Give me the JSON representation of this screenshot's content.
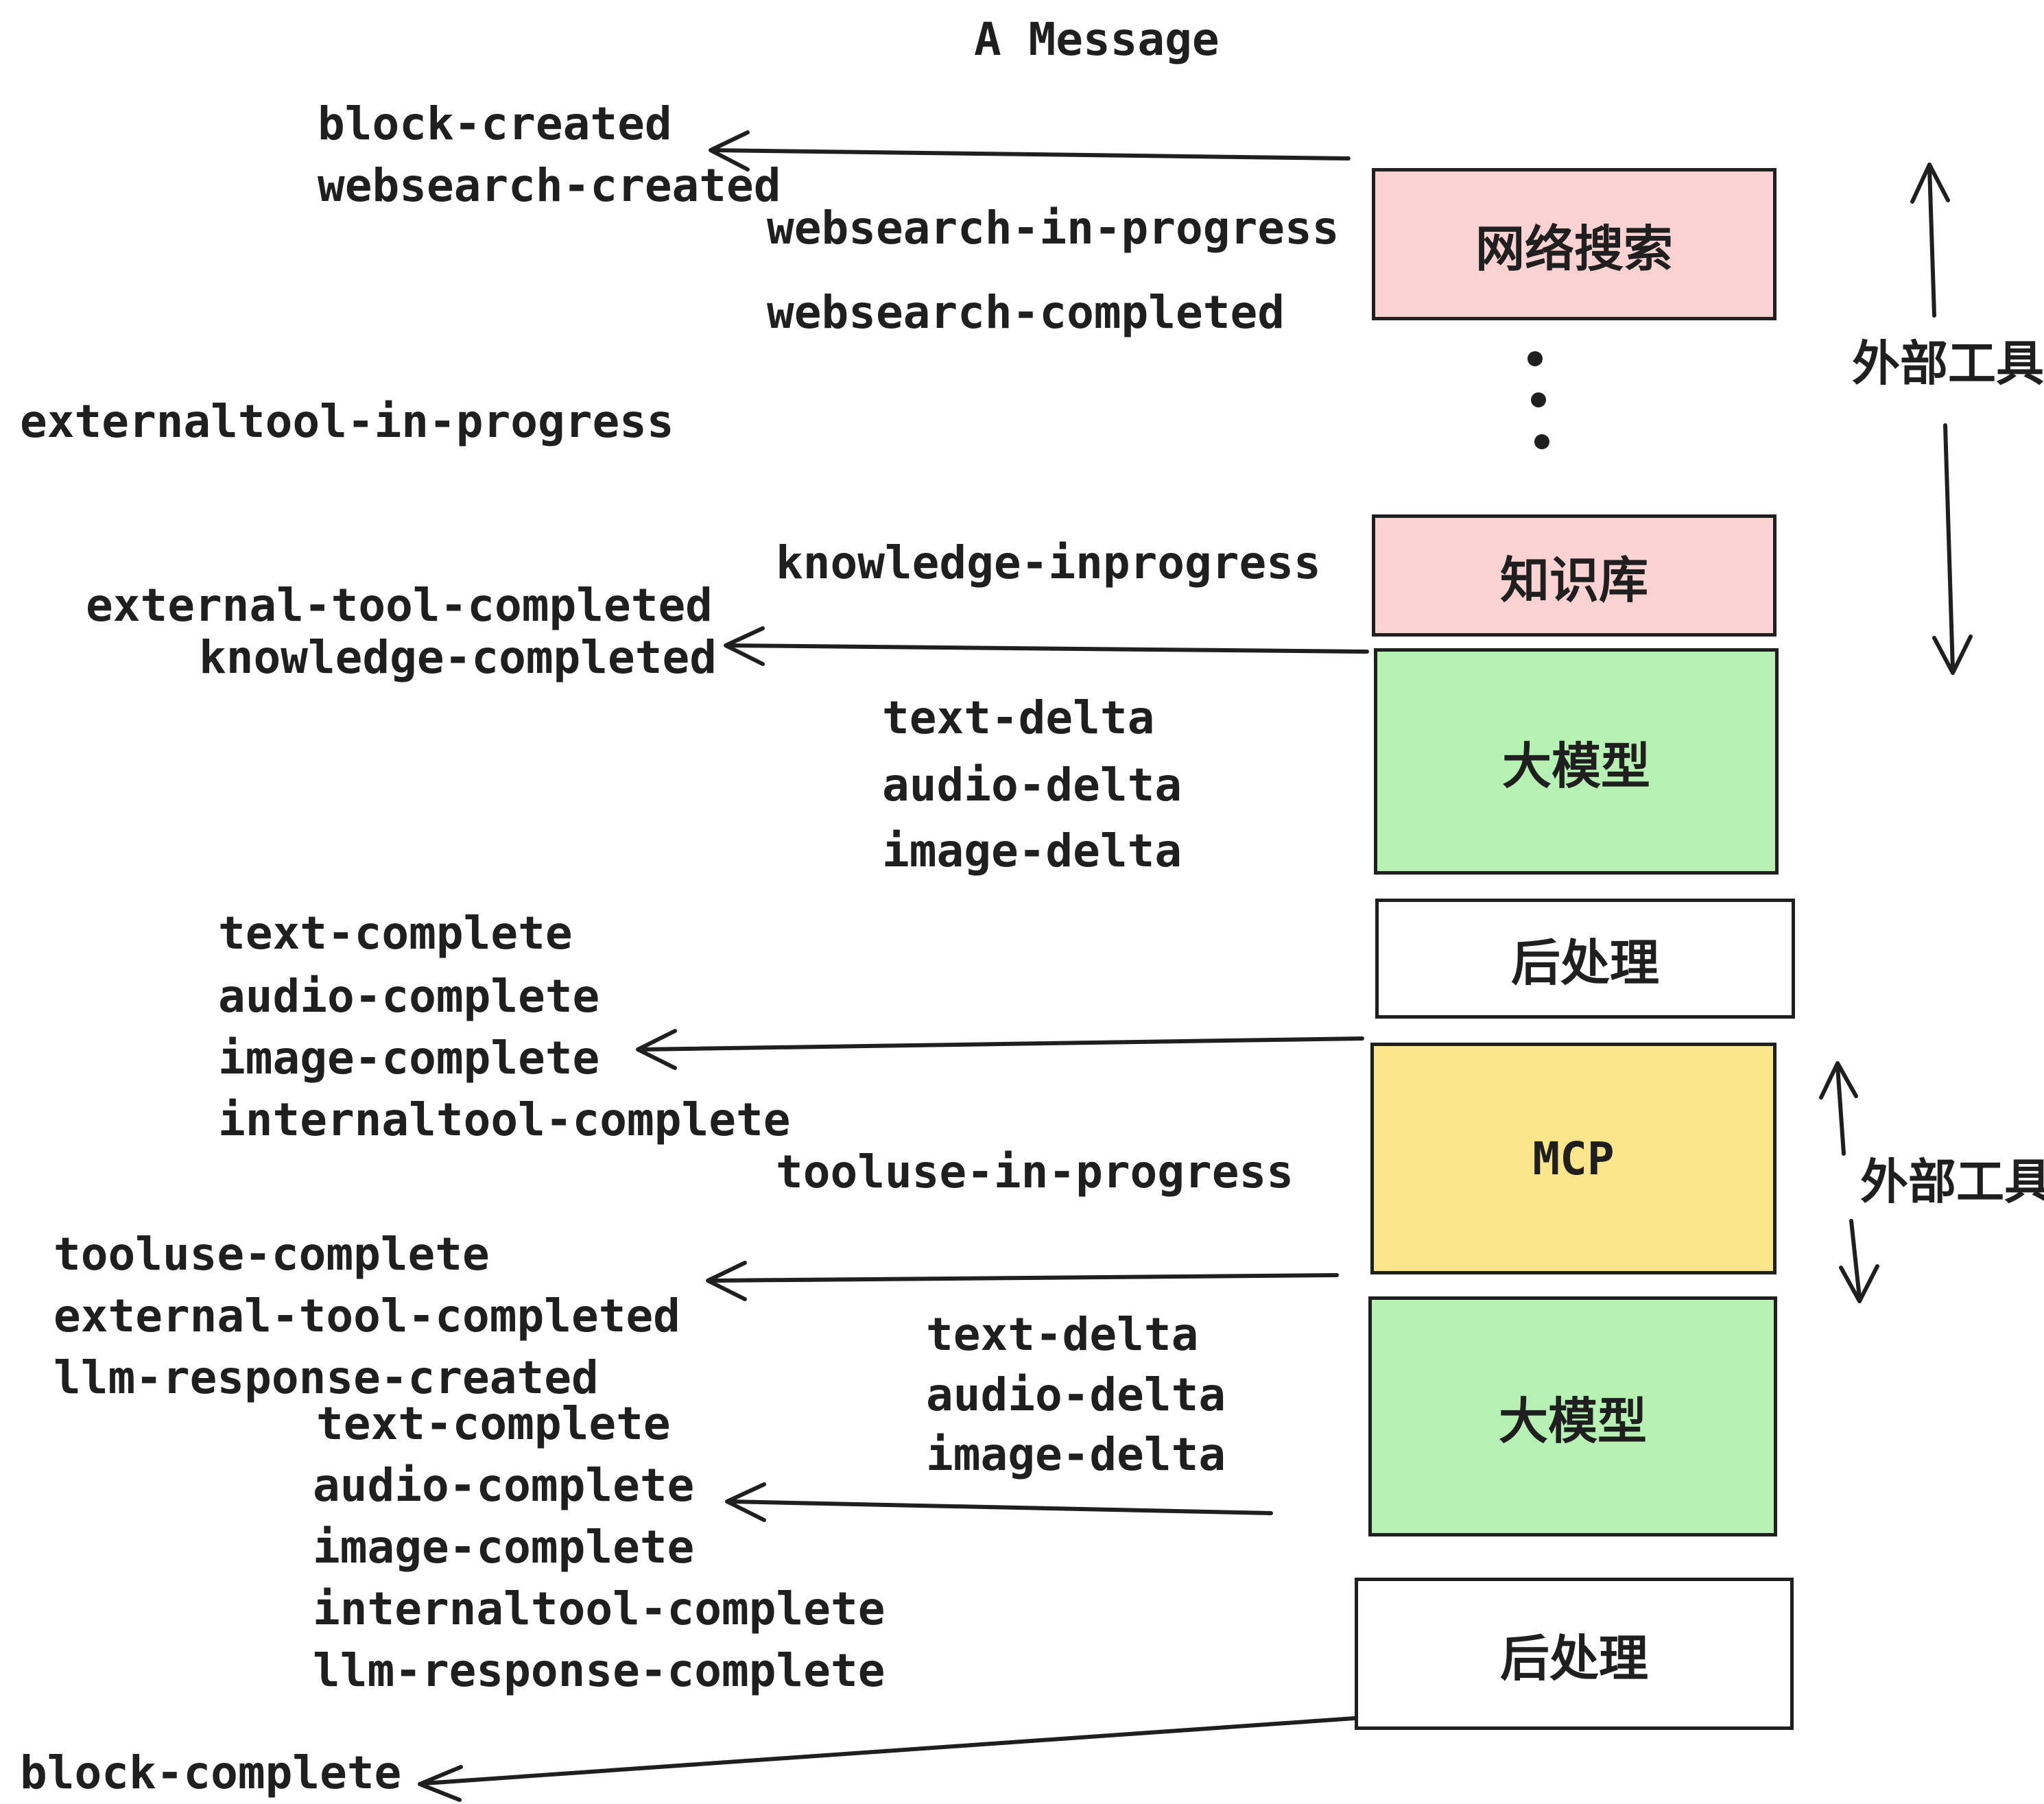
{
  "title": "A Message",
  "colors": {
    "pink": "#FBD2D2",
    "green": "#B6F0B3",
    "yellow": "#FBE58B",
    "white": "#FFFFFF",
    "ink": "#1F1F1F"
  },
  "events": {
    "block_created": "block-created",
    "websearch_created": "websearch-created",
    "websearch_in_progress": "websearch-in-progress",
    "websearch_completed": "websearch-completed",
    "externaltool_in_progress": "externaltool-in-progress",
    "knowledge_inprogress": "knowledge-inprogress",
    "external_tool_completed": "external-tool-completed",
    "knowledge_completed": "knowledge-completed",
    "text_delta": "text-delta",
    "audio_delta": "audio-delta",
    "image_delta": "image-delta",
    "text_complete": "text-complete",
    "audio_complete": "audio-complete",
    "image_complete": "image-complete",
    "internaltool_complete": "internaltool-complete",
    "tooluse_in_progress": "tooluse-in-progress",
    "tooluse_complete": "tooluse-complete",
    "llm_response_created": "llm-response-created",
    "llm_response_complete": "llm-response-complete",
    "block_complete": "block-complete"
  },
  "boxes": {
    "websearch": {
      "label": "网络搜索"
    },
    "knowledge": {
      "label": "知识库"
    },
    "llm": {
      "label": "大模型"
    },
    "post": {
      "label": "后处理"
    },
    "mcp": {
      "label": "MCP"
    }
  },
  "side_labels": {
    "external_tools": "外部工具"
  },
  "glyphs": {
    "ellipsis_dots": "3 vertical dots between websearch box and knowledge box",
    "arrow_style": "hand-drawn open V arrowheads"
  }
}
